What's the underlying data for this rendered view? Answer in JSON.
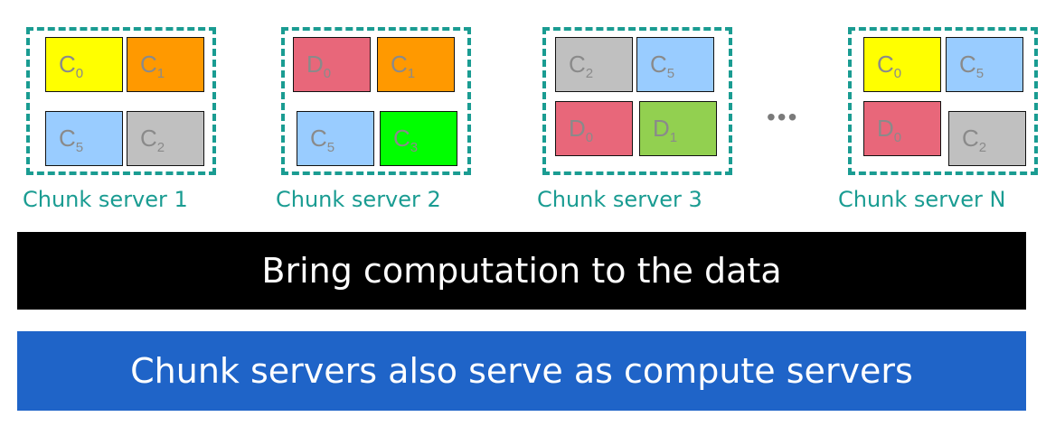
{
  "servers": [
    {
      "label": "Chunk server 1",
      "chunks": [
        {
          "letter": "C",
          "index": "0",
          "color": "#ffff00"
        },
        {
          "letter": "C",
          "index": "1",
          "color": "#ff9900"
        },
        {
          "letter": "C",
          "index": "5",
          "color": "#99ccff"
        },
        {
          "letter": "C",
          "index": "2",
          "color": "#c0c0c0"
        }
      ]
    },
    {
      "label": "Chunk server 2",
      "chunks": [
        {
          "letter": "D",
          "index": "0",
          "color": "#e8677a"
        },
        {
          "letter": "C",
          "index": "1",
          "color": "#ff9900"
        },
        {
          "letter": "C",
          "index": "5",
          "color": "#99ccff"
        },
        {
          "letter": "C",
          "index": "3",
          "color": "#00ff00"
        }
      ]
    },
    {
      "label": "Chunk server 3",
      "chunks": [
        {
          "letter": "C",
          "index": "2",
          "color": "#c0c0c0"
        },
        {
          "letter": "C",
          "index": "5",
          "color": "#99ccff"
        },
        {
          "letter": "D",
          "index": "0",
          "color": "#e8677a"
        },
        {
          "letter": "D",
          "index": "1",
          "color": "#92d050"
        }
      ]
    },
    {
      "label": "Chunk server N",
      "chunks": [
        {
          "letter": "C",
          "index": "0",
          "color": "#ffff00"
        },
        {
          "letter": "C",
          "index": "5",
          "color": "#99ccff"
        },
        {
          "letter": "D",
          "index": "0",
          "color": "#e8677a"
        },
        {
          "letter": "C",
          "index": "2",
          "color": "#c0c0c0"
        }
      ]
    }
  ],
  "ellipsis": "•••",
  "banner_top": "Bring computation to the data",
  "banner_bottom": "Chunk servers also serve as compute servers",
  "colors": {
    "server_border": "#1a9c92",
    "banner_top_bg": "#000000",
    "banner_bottom_bg": "#1f64c8"
  }
}
